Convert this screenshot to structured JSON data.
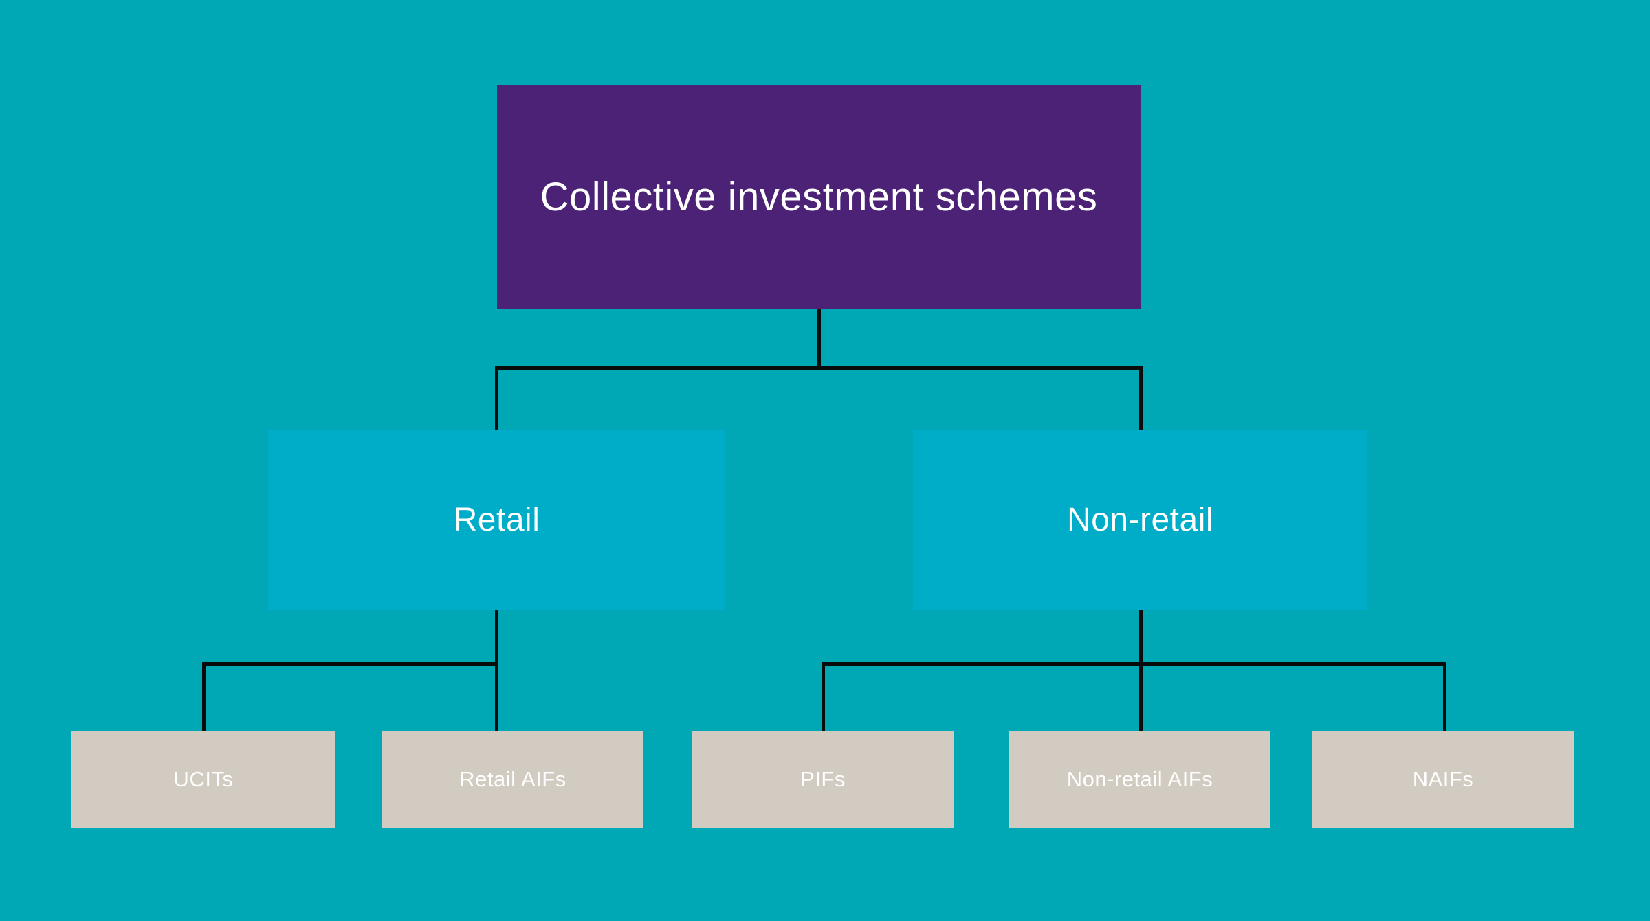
{
  "diagram": {
    "background_color": "#00A7B5",
    "connector_color": "#0B0B0B",
    "text_color": "#FFFFFF",
    "root": {
      "id": "collective-investment-schemes",
      "label": "Collective investment schemes",
      "color": "#4C2277"
    },
    "level2": [
      {
        "id": "retail",
        "label": "Retail",
        "color": "#00ADC8",
        "parent": "collective-investment-schemes"
      },
      {
        "id": "non-retail",
        "label": "Non-retail",
        "color": "#00ADC8",
        "parent": "collective-investment-schemes"
      }
    ],
    "level3": [
      {
        "id": "ucits",
        "label": "UCITs",
        "color": "#D2CBC1",
        "parent": "retail"
      },
      {
        "id": "retail-aifs",
        "label": "Retail AIFs",
        "color": "#D2CBC1",
        "parent": "retail"
      },
      {
        "id": "pifs",
        "label": "PIFs",
        "color": "#D2CBC1",
        "parent": "non-retail"
      },
      {
        "id": "non-retail-aifs",
        "label": "Non-retail AIFs",
        "color": "#D2CBC1",
        "parent": "non-retail"
      },
      {
        "id": "naifs",
        "label": "NAIFs",
        "color": "#D2CBC1",
        "parent": "non-retail"
      }
    ]
  }
}
